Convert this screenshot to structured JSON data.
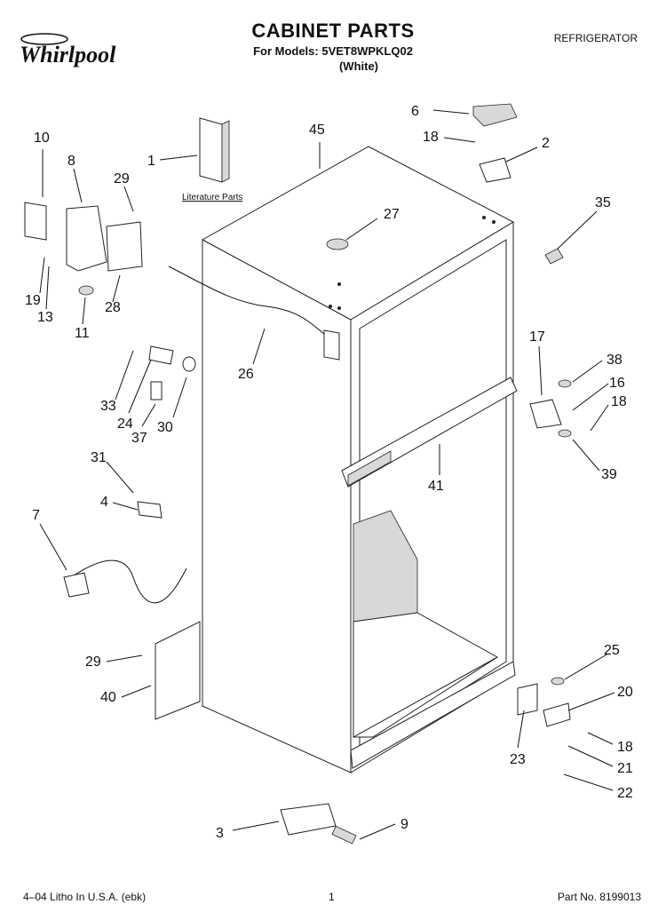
{
  "header": {
    "brand": "Whirlpool",
    "title": "CABINET PARTS",
    "models": "For Models: 5VET8WPKLQ02",
    "color": "(White)",
    "category": "REFRIGERATOR"
  },
  "diagram": {
    "literature_label": "Literature Parts",
    "callouts": [
      "1",
      "2",
      "3",
      "4",
      "6",
      "7",
      "8",
      "9",
      "10",
      "11",
      "13",
      "16",
      "17",
      "18",
      "18",
      "18",
      "19",
      "20",
      "21",
      "22",
      "23",
      "24",
      "25",
      "26",
      "27",
      "28",
      "29",
      "29",
      "30",
      "31",
      "33",
      "35",
      "37",
      "38",
      "39",
      "40",
      "41",
      "45"
    ]
  },
  "footer": {
    "left": "4–04 Litho In U.S.A. (ebk)",
    "page": "1",
    "part": "Part No. 8199013"
  }
}
